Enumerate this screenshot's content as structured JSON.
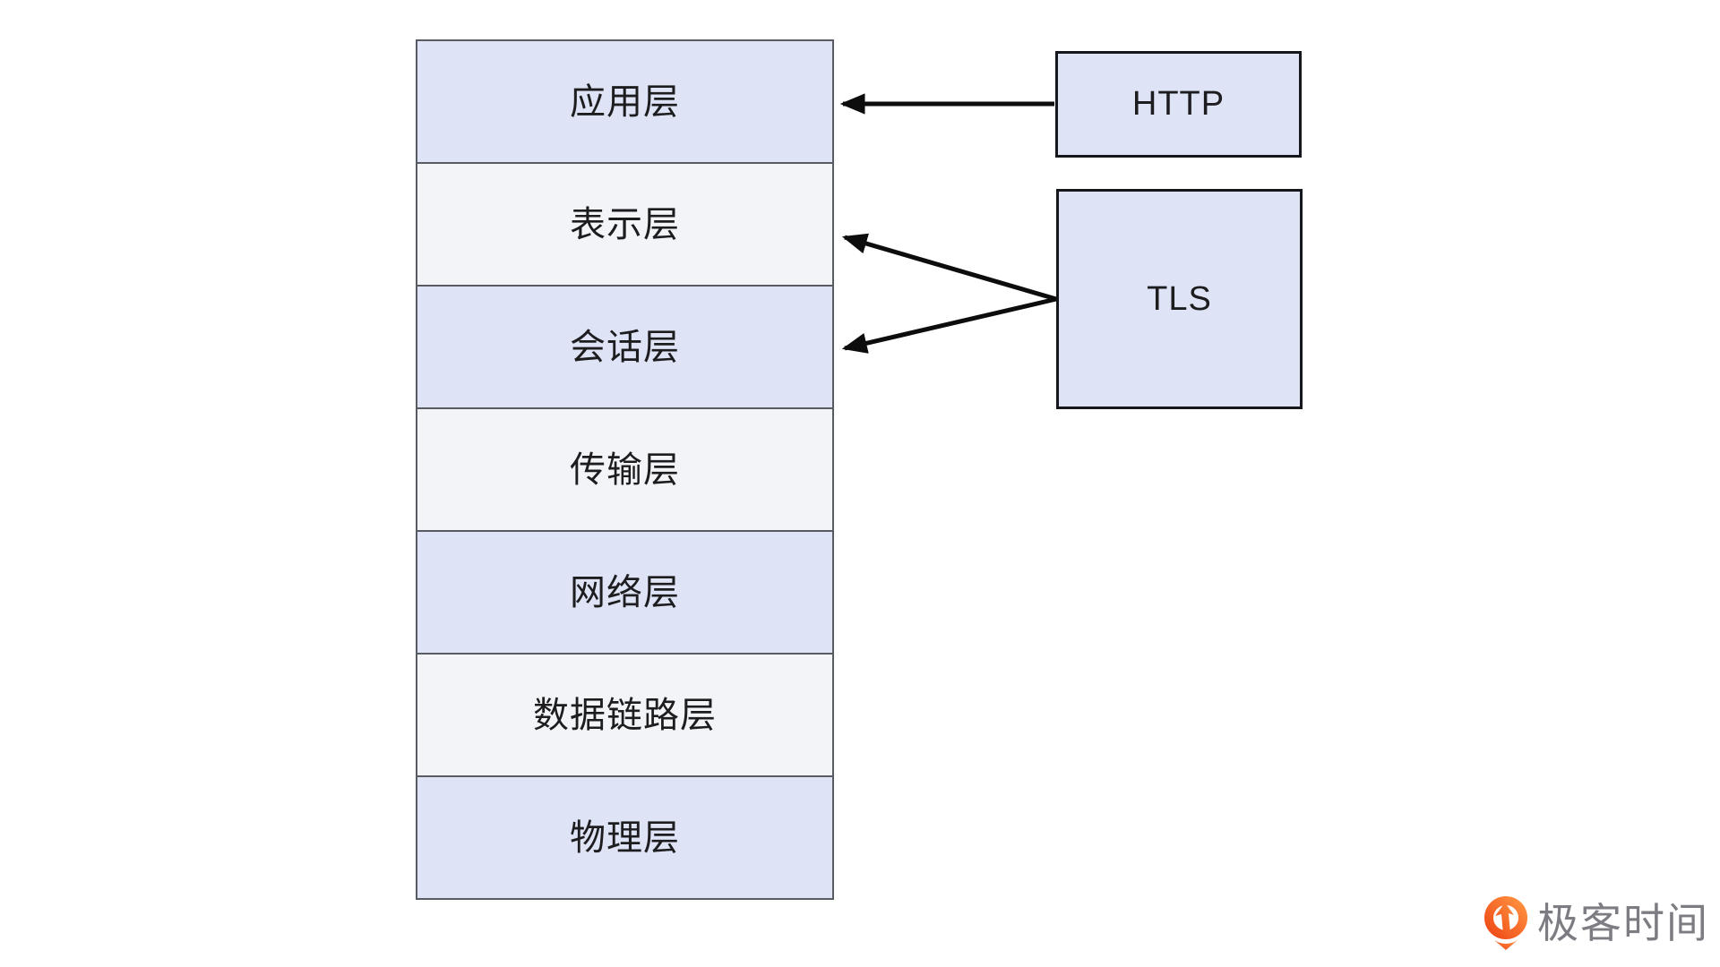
{
  "colors": {
    "layer_blue": "#dee3f5",
    "layer_gray": "#f2f4f8",
    "stack_border": "#595b63",
    "protocol_fill": "#dee3f5",
    "protocol_border": "#16171c",
    "arrow": "#0d0d0e",
    "text": "#1d1d1f",
    "logo_orange": "#f2571c",
    "logo_orange_light": "#ff9140",
    "logo_text_gray": "#7c7c82",
    "page_bg": "#ffffff"
  },
  "diagram": {
    "layers": [
      {
        "label": "应用层",
        "tone": "blue"
      },
      {
        "label": "表示层",
        "tone": "gray"
      },
      {
        "label": "会话层",
        "tone": "blue"
      },
      {
        "label": "传输层",
        "tone": "gray"
      },
      {
        "label": "网络层",
        "tone": "blue"
      },
      {
        "label": "数据链路层",
        "tone": "gray"
      },
      {
        "label": "物理层",
        "tone": "blue"
      }
    ],
    "protocols": [
      {
        "label": "HTTP"
      },
      {
        "label": "TLS"
      }
    ],
    "connections": [
      {
        "from": "HTTP",
        "to": "应用层"
      },
      {
        "from": "TLS",
        "to": "表示层"
      },
      {
        "from": "TLS",
        "to": "会话层"
      }
    ]
  },
  "branding": {
    "logo_icon": "geektime-pin-icon",
    "logo_text": "极客时间"
  }
}
